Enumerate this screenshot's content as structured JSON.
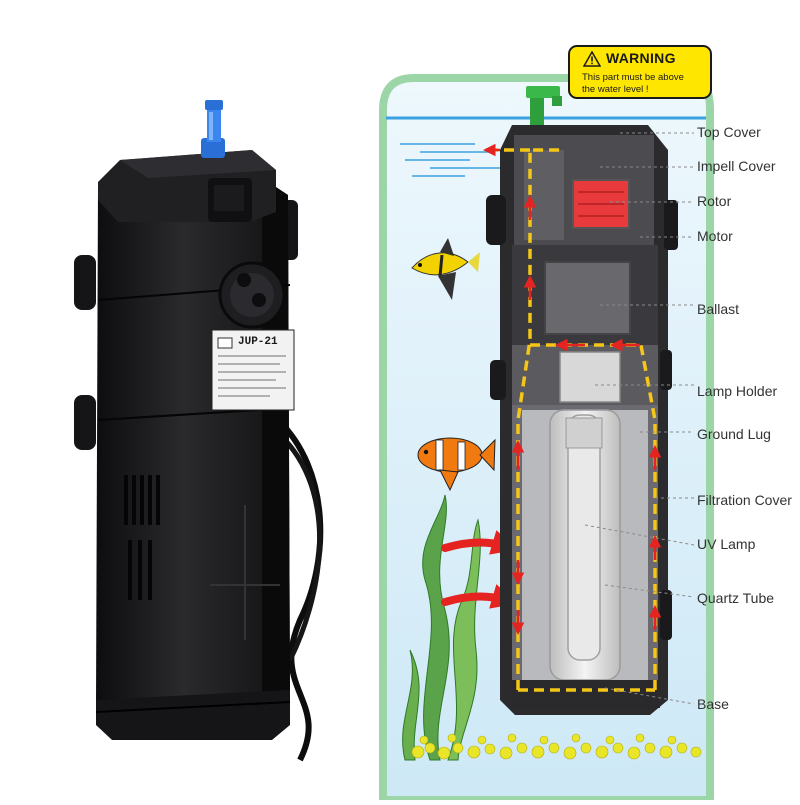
{
  "warning": {
    "title": "WARNING",
    "line1": "This part must be above",
    "line2": "the water level !"
  },
  "product": {
    "model": "JUP-21"
  },
  "labels": [
    {
      "id": "top-cover",
      "text": "Top Cover"
    },
    {
      "id": "impell-cover",
      "text": "Impell Cover"
    },
    {
      "id": "rotor",
      "text": "Rotor"
    },
    {
      "id": "motor",
      "text": "Motor"
    },
    {
      "id": "ballast",
      "text": "Ballast"
    },
    {
      "id": "lamp-holder",
      "text": "Lamp Holder"
    },
    {
      "id": "ground-lug",
      "text": "Ground Lug"
    },
    {
      "id": "filtration-cover",
      "text": "Filtration Cover"
    },
    {
      "id": "uv-lamp",
      "text": "UV Lamp"
    },
    {
      "id": "quartz-tube",
      "text": "Quartz Tube"
    },
    {
      "id": "base",
      "text": "Base"
    }
  ],
  "colors": {
    "housing": "#1c1c1e",
    "water": "#d7eefa",
    "tank_border": "#9cd6a8",
    "flow_arrow": "#e52320",
    "flow_path": "#f5c518",
    "warning_fill": "#ffe600",
    "rotor": "#e8393c",
    "nozzle": "#2f9e3c",
    "valve": "#2a6fd6"
  }
}
